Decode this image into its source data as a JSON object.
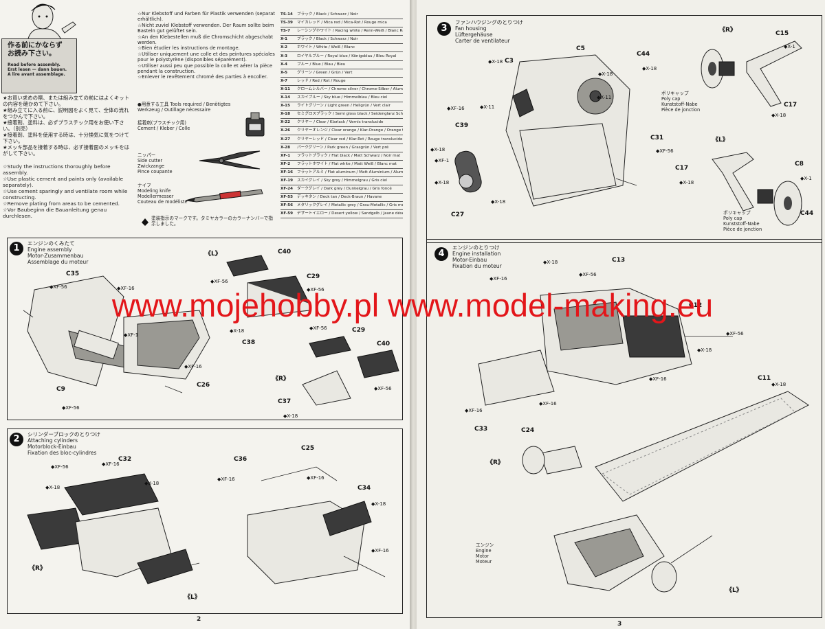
{
  "left_page": {
    "page_number": "2",
    "warning_box": {
      "jp": "作る前にかならず\nお読み下さい。",
      "en": "Read before assembly.\nErst lesen — dann bauen.\nA lire avant assemblage."
    },
    "instructions_jp": "★お買い求めの際、または組み立ての前にはよくキットの内容を確かめて下さい。\n★組み立てに入る前に、説明図をよく見て、全体の流れをつかんで下さい。\n★接着剤、塗料は、必ずプラスチック用をお使い下さい。（別売）\n★接着剤、塗料を使用する時は、十分換気に気をつけて下さい。\n★メッキ部品を接着する時は、必ず接着面のメッキをはがして下さい。",
    "instructions_en": "☆Study the instructions thoroughly before assembly.\n☆Use plastic cement and paints only (available separately).\n☆Use cement sparingly and ventilate room while constructing.\n☆Remove plating from areas to be cemented.\n☆Vor Baubeginn die Bauanleitung genau durchlesen.",
    "instructions_de_fr": "☆Nur Klebstoff und Farben für Plastik verwenden (separat erhältlich).\n☆Nicht zuviel Klebstoff verwenden. Der Raum sollte beim Basteln gut gelüftet sein.\n☆An den Klebestellen muß die Chromschicht abgeschabt werden.\n☆Bien étudier les instructions de montage.\n☆Utiliser uniquement une colle et des peintures spéciales pour le polystyrène (disponibles séparément).\n☆Utiliser aussi peu que possible la colle et aérer la pièce pendant la construction.\n☆Enlever le revêtement chromé des parties à encoller.",
    "tools": {
      "header": "●用意する工具  Tools required / Benötigtes Werkzeug / Outillage nécessaire",
      "cement": "接着剤(プラスチック用)\nCement / Kleber / Colle",
      "nipper": "ニッパー\nSide cutter\nZwickzange\nPince coupante",
      "knife": "ナイフ\nModeling knife\nModellermesser\nCouteau de modéliste",
      "paint_note": "塗装指示のマークです。タミヤカラーのカラーナンバーで指示しました。"
    },
    "paints": [
      {
        "code": "TS-14",
        "name": "ブラック / Black / Schwarz / Noir"
      },
      {
        "code": "TS-39",
        "name": "マイカレッド / Mica red / Mica-Rot / Rouge mica"
      },
      {
        "code": "TS-7",
        "name": "レーシングホワイト / Racing white / Renn-Weiß / Blanc Racing"
      },
      {
        "code": "X-1",
        "name": "ブラック / Black / Schwarz / Noir"
      },
      {
        "code": "X-2",
        "name": "ホワイト / White / Weiß / Blanc"
      },
      {
        "code": "X-3",
        "name": "ロイヤルブルー / Royal blue / Königsblau / Bleu Royal"
      },
      {
        "code": "X-4",
        "name": "ブルー / Blue / Blau / Bleu"
      },
      {
        "code": "X-5",
        "name": "グリーン / Green / Grün / Vert"
      },
      {
        "code": "X-7",
        "name": "レッド / Red / Rot / Rouge"
      },
      {
        "code": "X-11",
        "name": "クロームシルバー / Chrome silver / Chrome-Silber / Aluminium chromé"
      },
      {
        "code": "X-14",
        "name": "スカイブルー / Sky blue / Himmelblau / Bleu ciel"
      },
      {
        "code": "X-15",
        "name": "ライトグリーン / Light green / Hellgrün / Vert clair"
      },
      {
        "code": "X-18",
        "name": "セミグロスブラック / Semi gloss black / Seidenglanz Schwarz / Noir satiné"
      },
      {
        "code": "X-22",
        "name": "クリヤー / Clear / Klarlack / Vernis translucide"
      },
      {
        "code": "X-26",
        "name": "クリヤーオレンジ / Clear orange / Klar-Orange / Orange translucide"
      },
      {
        "code": "X-27",
        "name": "クリヤーレッド / Clear red / Klar-Rot / Rouge translucide"
      },
      {
        "code": "X-28",
        "name": "パークグリーン / Park green / Grasgrün / Vert pré"
      },
      {
        "code": "XF-1",
        "name": "フラットブラック / Flat black / Matt Schwarz / Noir mat"
      },
      {
        "code": "XF-2",
        "name": "フラットホワイト / Flat white / Matt Weiß / Blanc mat"
      },
      {
        "code": "XF-16",
        "name": "フラットアルミ / Flat aluminum / Matt Aluminium / Aluminium mat"
      },
      {
        "code": "XF-19",
        "name": "スカイグレイ / Sky grey / Himmelgrau / Gris ciel"
      },
      {
        "code": "XF-24",
        "name": "ダークグレイ / Dark grey / Dunkelgrau / Gris foncé"
      },
      {
        "code": "XF-55",
        "name": "デッキタン / Deck tan / Deck-Braun / Havane"
      },
      {
        "code": "XF-56",
        "name": "メタリックグレイ / Metallic grey / Grau-Metallic / Gris métallisé"
      },
      {
        "code": "XF-59",
        "name": "デザートイエロー / Desert yellow / Sandgelb / Jaune désert"
      }
    ],
    "step1": {
      "number": "1",
      "title": "エンジンのくみたて\nEngine assembly\nMotor-Zusammenbau\nAssemblage du moteur",
      "L": "《L》",
      "R": "《R》",
      "labels": [
        "C35",
        "C9",
        "C26",
        "C40",
        "C29",
        "C38",
        "C29",
        "C40",
        "C37"
      ],
      "colors": [
        "XF-56",
        "XF-16",
        "XF-1",
        "XF-16",
        "XF-56",
        "XF-56",
        "XF-56",
        "X-18",
        "XF-56",
        "XF-56",
        "X-18"
      ]
    },
    "step2": {
      "number": "2",
      "title": "シリンダーブロックのとりつけ\nAttaching cylinders\nMotorblock-Einbau\nFixation des bloc-cylindres",
      "labels": [
        "C32",
        "C36",
        "C25",
        "C34"
      ],
      "colors": [
        "XF-56",
        "XF-16",
        "X-18",
        "X-18",
        "XF-16",
        "XF-16",
        "X-18",
        "XF-16"
      ],
      "R": "《R》",
      "L": "《L》"
    }
  },
  "right_page": {
    "page_number": "3",
    "step3": {
      "number": "3",
      "title": "ファンハウジングのとりつけ\nFan housing\nLüftergehäuse\nCarter de ventilateur",
      "labels": [
        "C5",
        "C3",
        "C39",
        "C31",
        "C27",
        "C44",
        "C15",
        "C17",
        "C17",
        "C8",
        "C44"
      ],
      "R": "《R》",
      "L": "《L》",
      "polycap_R": "ポリキャップ\nPoly cap\nKunststoff-Nabe\nPièce de jonction",
      "polycap_L": "ポリキャップ\nPoly cap\nKunststoff-Nabe\nPièce de jonction",
      "colors": [
        "X-18",
        "X-11",
        "X-18",
        "XF-16",
        "X-11",
        "X-18",
        "XF-56",
        "XF-1",
        "X-18",
        "X-18",
        "X-18",
        "X-1",
        "X-18",
        "X-1",
        "X-18"
      ]
    },
    "step4": {
      "number": "4",
      "title": "エンジンのとりつけ\nEngine installation\nMotor-Einbau\nFixation du moteur",
      "labels": [
        "C13",
        "C12",
        "C33",
        "C24",
        "C11"
      ],
      "colors": [
        "X-18",
        "XF-56",
        "XF-16",
        "XF-56",
        "X-18",
        "XF-16",
        "XF-16",
        "XF-16",
        "X-18"
      ],
      "R": "《R》",
      "L": "《L》",
      "engine_label": "エンジン\nEngine\nMotor\nMoteur"
    }
  },
  "watermark": "www.mojehobby.pl www.model-making.eu"
}
